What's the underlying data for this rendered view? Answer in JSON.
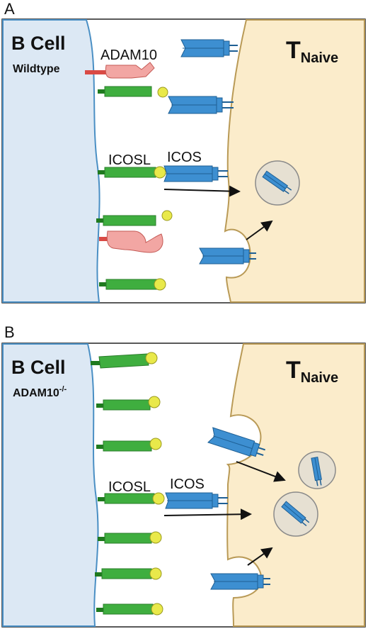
{
  "colors": {
    "b_cell_fill": "#dce8f4",
    "b_cell_edge": "#4a8fc4",
    "t_cell_fill": "#fbeccb",
    "t_cell_edge": "#b99a56",
    "icosl_green": "#3fae3f",
    "icosl_stalk_dark": "#1f7a1f",
    "ligand_head_yellow": "#e9e94a",
    "icos_blue": "#3d8fd1",
    "icos_blue_dark": "#1e5f94",
    "adam10_pink": "#f2a6a3",
    "adam10_red": "#d94a45",
    "vesicle_fill": "#e6e0d2",
    "vesicle_edge": "#8a8a8a",
    "arrow": "#111111"
  },
  "panel_a": {
    "letter": "A",
    "b_cell_title": "B Cell",
    "b_cell_subtitle": "Wildtype",
    "t_cell_main": "T",
    "t_cell_sub": "Naive",
    "label_adam10": "ADAM10",
    "label_icosl": "ICOSL",
    "label_icos": "ICOS"
  },
  "panel_b": {
    "letter": "B",
    "b_cell_title": "B Cell",
    "b_cell_subtitle_main": "ADAM10",
    "b_cell_subtitle_sup": "-/-",
    "t_cell_main": "T",
    "t_cell_sub": "Naive",
    "label_icosl": "ICOSL",
    "label_icos": "ICOS"
  }
}
